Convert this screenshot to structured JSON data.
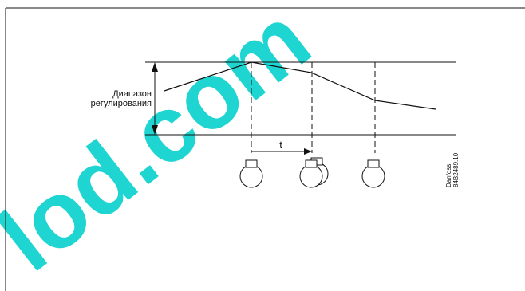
{
  "diagram": {
    "range_label_line1": "Диапазон",
    "range_label_line2": "регулирования",
    "time_label": "t",
    "code_line1": "Danfoss",
    "code_line2": "84B2489.10",
    "watermark": "lod.com",
    "colors": {
      "line": "#111111",
      "watermark": "#12d3cf"
    }
  }
}
